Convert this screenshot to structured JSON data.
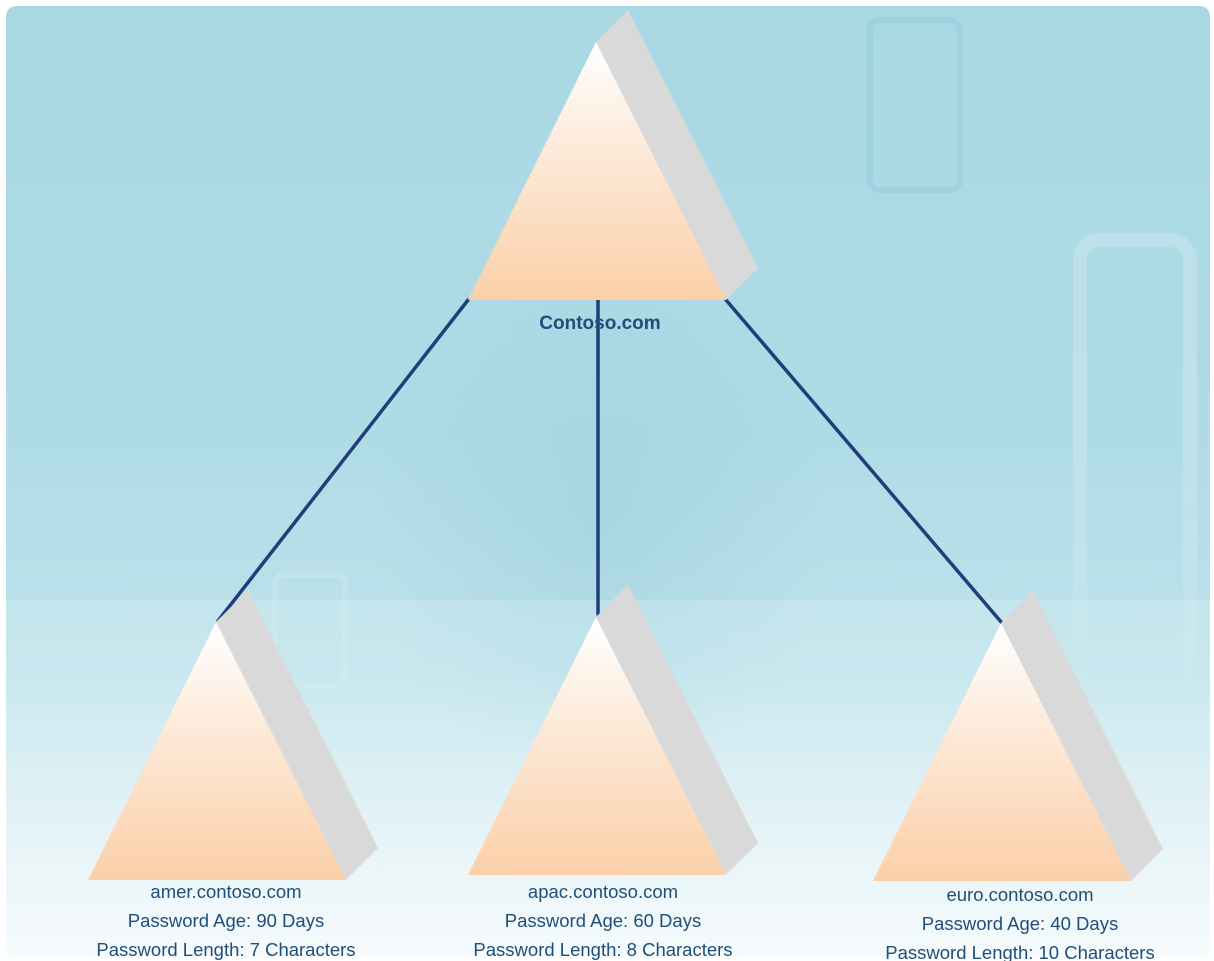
{
  "root": {
    "name": "Contoso.com"
  },
  "children": [
    {
      "id": "amer",
      "name": "amer.contoso.com",
      "password_age": "Password Age: 90 Days",
      "password_length": "Password Length: 7 Characters"
    },
    {
      "id": "apac",
      "name": "apac.contoso.com",
      "password_age": "Password Age: 60 Days",
      "password_length": "Password Length: 8 Characters"
    },
    {
      "id": "euro",
      "name": "euro.contoso.com",
      "password_age": "Password Age: 40 Days",
      "password_length": "Password Length: 10 Characters"
    }
  ],
  "colors": {
    "connector": "#1f3f7a",
    "triangle_top": "#ffffff",
    "triangle_bottom": "#fbd0a8",
    "triangle_side": "#d9d9d9",
    "label_text": "#1f4e79",
    "background": "#afdbe6"
  }
}
